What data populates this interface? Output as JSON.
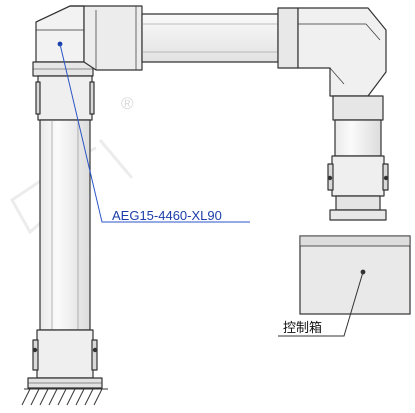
{
  "labels": {
    "part_number": "AEG15-4460-XL90",
    "control_box": "控制箱",
    "registered_mark": "®"
  },
  "colors": {
    "part_number_text": "#1a3ea8",
    "leader_line": "#2b56c8",
    "outline": "#333333",
    "fill_light": "#f4f4f4",
    "fill_mid": "#e8e8e8",
    "fill_dark": "#d6d6d6"
  },
  "icons": [
    "hatched-floor-ground"
  ]
}
